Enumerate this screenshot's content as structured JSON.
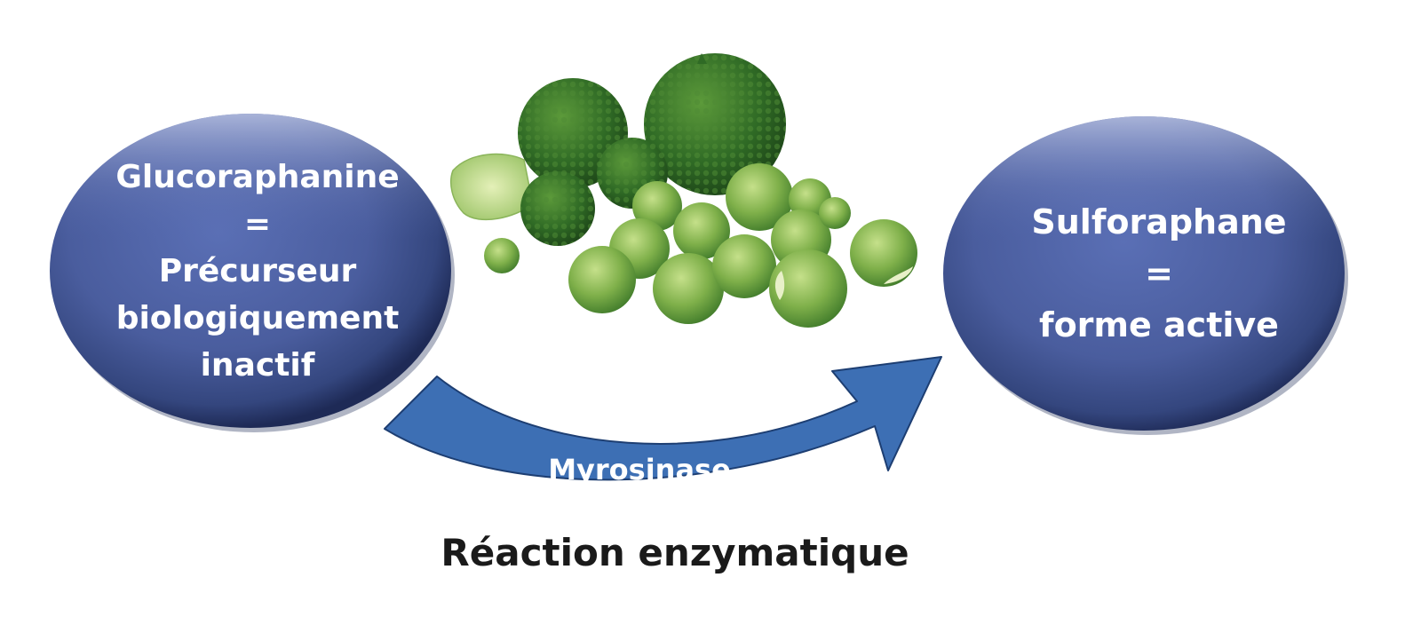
{
  "left_node": {
    "lines": [
      "Glucoraphanine",
      "=",
      "Précurseur",
      "biologiquement",
      "inactif"
    ]
  },
  "right_node": {
    "lines": [
      "Sulforaphane",
      "=",
      "forme active"
    ]
  },
  "arrow": {
    "label": "Myrosinase"
  },
  "caption": "Réaction enzymatique",
  "illustration": {
    "subject": "broccoli-and-brussels-sprouts"
  },
  "colors": {
    "oval_fill": "#4f62a3",
    "oval_dark": "#1e2a56",
    "arrow_fill": "#3d6fb4",
    "arrow_stroke": "#1d3e72",
    "caption": "#1a1a1a"
  }
}
